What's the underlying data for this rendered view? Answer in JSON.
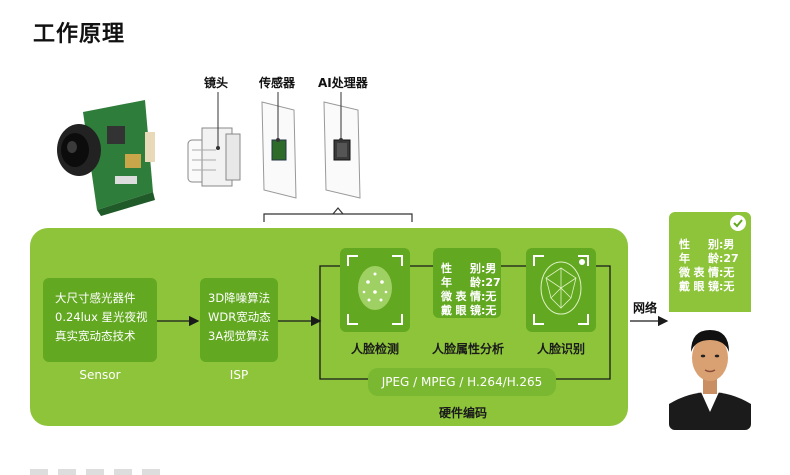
{
  "title": "工作原理",
  "hardware": {
    "lens_label": "镜头",
    "sensor_label": "传感器",
    "ai_label": "AI处理器"
  },
  "pipeline": {
    "sensor_box": {
      "lines": [
        "大尺寸感光器件",
        "0.24lux 星光夜视",
        "真实宽动态技术"
      ],
      "caption": "Sensor"
    },
    "isp_box": {
      "lines": [
        "3D降噪算法",
        "WDR宽动态",
        "3A视觉算法"
      ],
      "caption": "ISP"
    },
    "face_detect_caption": "人脸检测",
    "attributes": {
      "rows": [
        {
          "key": "性　别",
          "value": "男"
        },
        {
          "key": "年　龄",
          "value": "27"
        },
        {
          "key": "微表情",
          "value": "无"
        },
        {
          "key": "戴眼镜",
          "value": "无"
        }
      ],
      "caption": "人脸属性分析"
    },
    "face_recog_caption": "人脸识别",
    "encode_box": "JPEG / MPEG / H.264/H.265",
    "encode_caption": "硬件编码"
  },
  "network_label": "网络",
  "result": {
    "rows": [
      {
        "key": "性　别",
        "value": "男"
      },
      {
        "key": "年　龄",
        "value": "27"
      },
      {
        "key": "微表情",
        "value": "无"
      },
      {
        "key": "戴眼镜",
        "value": "无"
      }
    ]
  },
  "colors": {
    "panel": "#8dc43a",
    "box": "#62a820",
    "text": "#ffffff"
  }
}
